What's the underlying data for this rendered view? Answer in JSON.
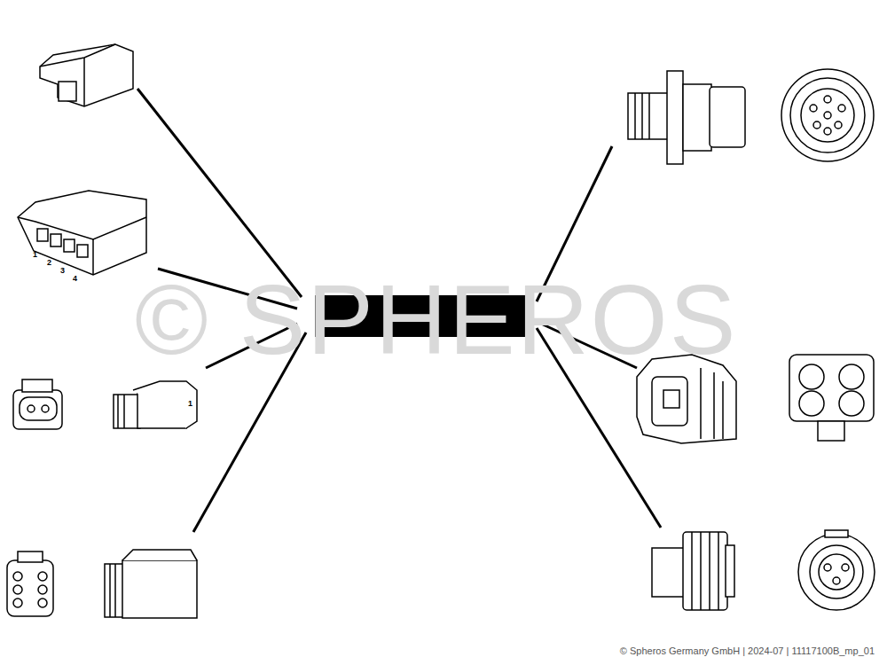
{
  "diagram": {
    "caption": "© Spheros Germany GmbH | 2024-07 | 11117100B_mp_01",
    "labels": [
      "1",
      "2",
      "3",
      "4",
      "1",
      "© SPHEROS"
    ]
  }
}
